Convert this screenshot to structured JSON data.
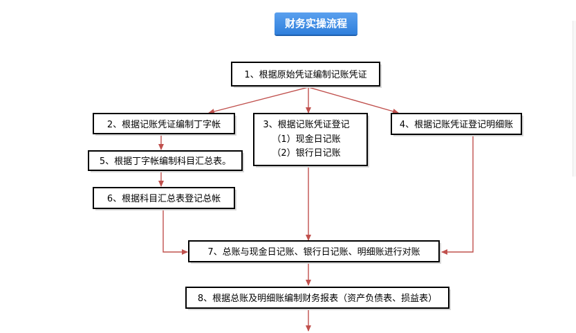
{
  "header": {
    "title": "财务实操流程"
  },
  "nodes": {
    "n1": "1、根据原始凭证编制记账凭证",
    "n2": "2、根据记账凭证编制丁字帐",
    "n3_title": "3、根据记账凭证登记",
    "n3_sub1": "（1）现金日记账",
    "n3_sub2": "（2）银行日记账",
    "n4": "4、根据记账凭证登记明细账",
    "n5": "5、根据丁字帐编制科目汇总表。",
    "n6": "6、根据科目汇总表登记总帐",
    "n7": "7、总账与现金日记账、银行日记账、明细账进行对账",
    "n8": "8、根据总账及明细账编制财务报表（资产负债表、损益表）"
  },
  "colors": {
    "arrow": "#c0504d",
    "badge": "#3a86e0"
  }
}
